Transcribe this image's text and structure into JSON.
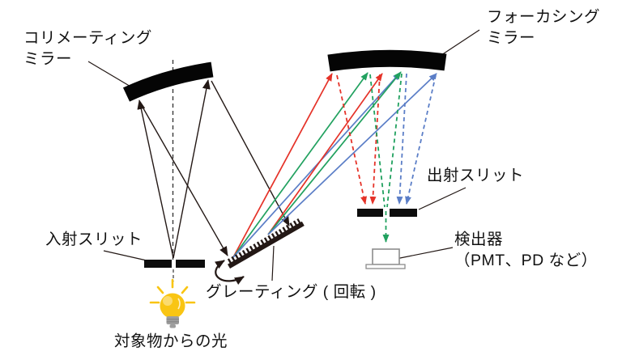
{
  "figure": "czerny-turner-monochromator-diagram",
  "labels": {
    "collimating_mirror": "コリメーティング\nミラー",
    "focusing_mirror": "フォーカシング\nミラー",
    "entrance_slit": "入射スリット",
    "exit_slit": "出射スリット",
    "detector": "検出器\n（PMT、PD など）",
    "grating": "グレーティング ( 回転 )",
    "light_source": "対象物からの光"
  },
  "colors": {
    "ink": "#231815",
    "mirror_black": "#050505",
    "ray_red": "#e53228",
    "ray_green": "#21a15f",
    "ray_blue": "#5b7ec7",
    "axis_gray": "#3a3a3a",
    "bulb_yellow": "#f9c513",
    "bulb_highlight": "#fbdb6e",
    "bulb_base_gray": "#9e9e9e",
    "detector_stroke": "#8c8c8c"
  }
}
